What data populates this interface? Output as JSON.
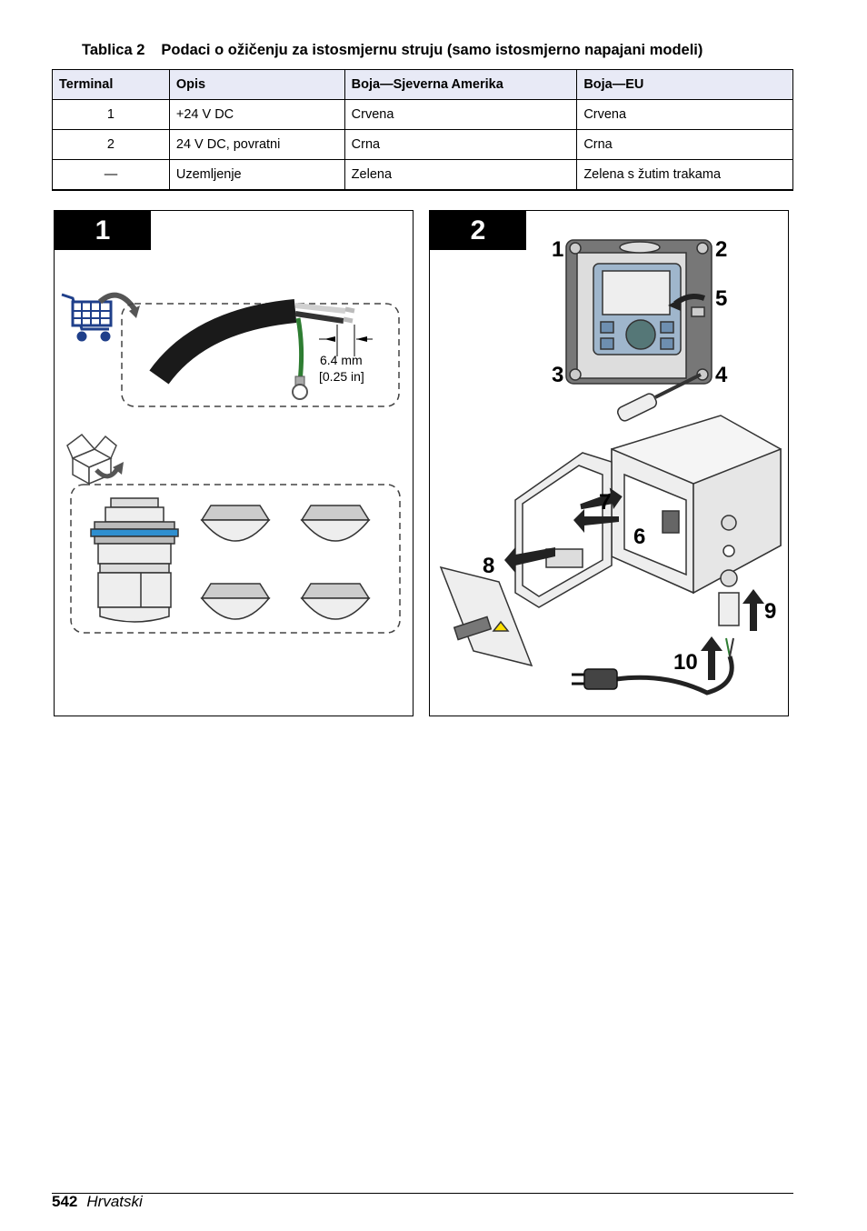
{
  "table": {
    "caption_number": "Tablica 2",
    "caption_title": "Podaci o ožičenju za istosmjernu struju (samo istosmjerno napajani modeli)",
    "headers": [
      "Terminal",
      "Opis",
      "Boja—Sjeverna Amerika",
      "Boja—EU"
    ],
    "rows": [
      [
        "1",
        "+24 V DC",
        "Crvena",
        "Crvena"
      ],
      [
        "2",
        "24 V DC, povratni",
        "Crna",
        "Crna"
      ],
      [
        "—",
        "Uzemljenje",
        "Zelena",
        "Zelena s žutim trakama"
      ]
    ]
  },
  "figure": {
    "panel1": {
      "step": "1",
      "dimension_mm": "6.4 mm",
      "dimension_in": "[0.25 in]"
    },
    "panel2": {
      "step": "2",
      "callouts": [
        "1",
        "2",
        "3",
        "4",
        "5",
        "6",
        "7",
        "8",
        "9",
        "10"
      ]
    }
  },
  "colors": {
    "header_bg": "#e8eaf6",
    "cart_blue": "#1f3f8a",
    "gasket_blue": "#2e8fd0",
    "wire_green": "#2e7d32"
  },
  "footer": {
    "page_number": "542",
    "language": "Hrvatski"
  }
}
